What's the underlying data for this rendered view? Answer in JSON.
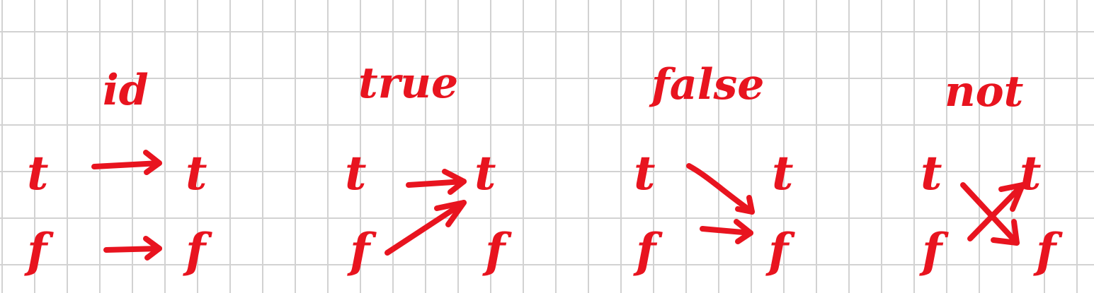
{
  "colors": {
    "ink": "#e8141f",
    "grid": "#d2d2d2",
    "paper": "#ffffff"
  },
  "functions": [
    {
      "name": "id",
      "top": "t",
      "bottom": "f"
    },
    {
      "name": "true",
      "top": "t",
      "bottom": "f"
    },
    {
      "name": "false",
      "top": "t",
      "bottom": "f"
    },
    {
      "name": "not",
      "top": "t",
      "bottom": "f"
    }
  ],
  "mappings": {
    "id": {
      "t": "t",
      "f": "f"
    },
    "true": {
      "t": "t",
      "f": "t"
    },
    "false": {
      "t": "f",
      "f": "f"
    },
    "not": {
      "t": "f",
      "f": "t"
    }
  }
}
